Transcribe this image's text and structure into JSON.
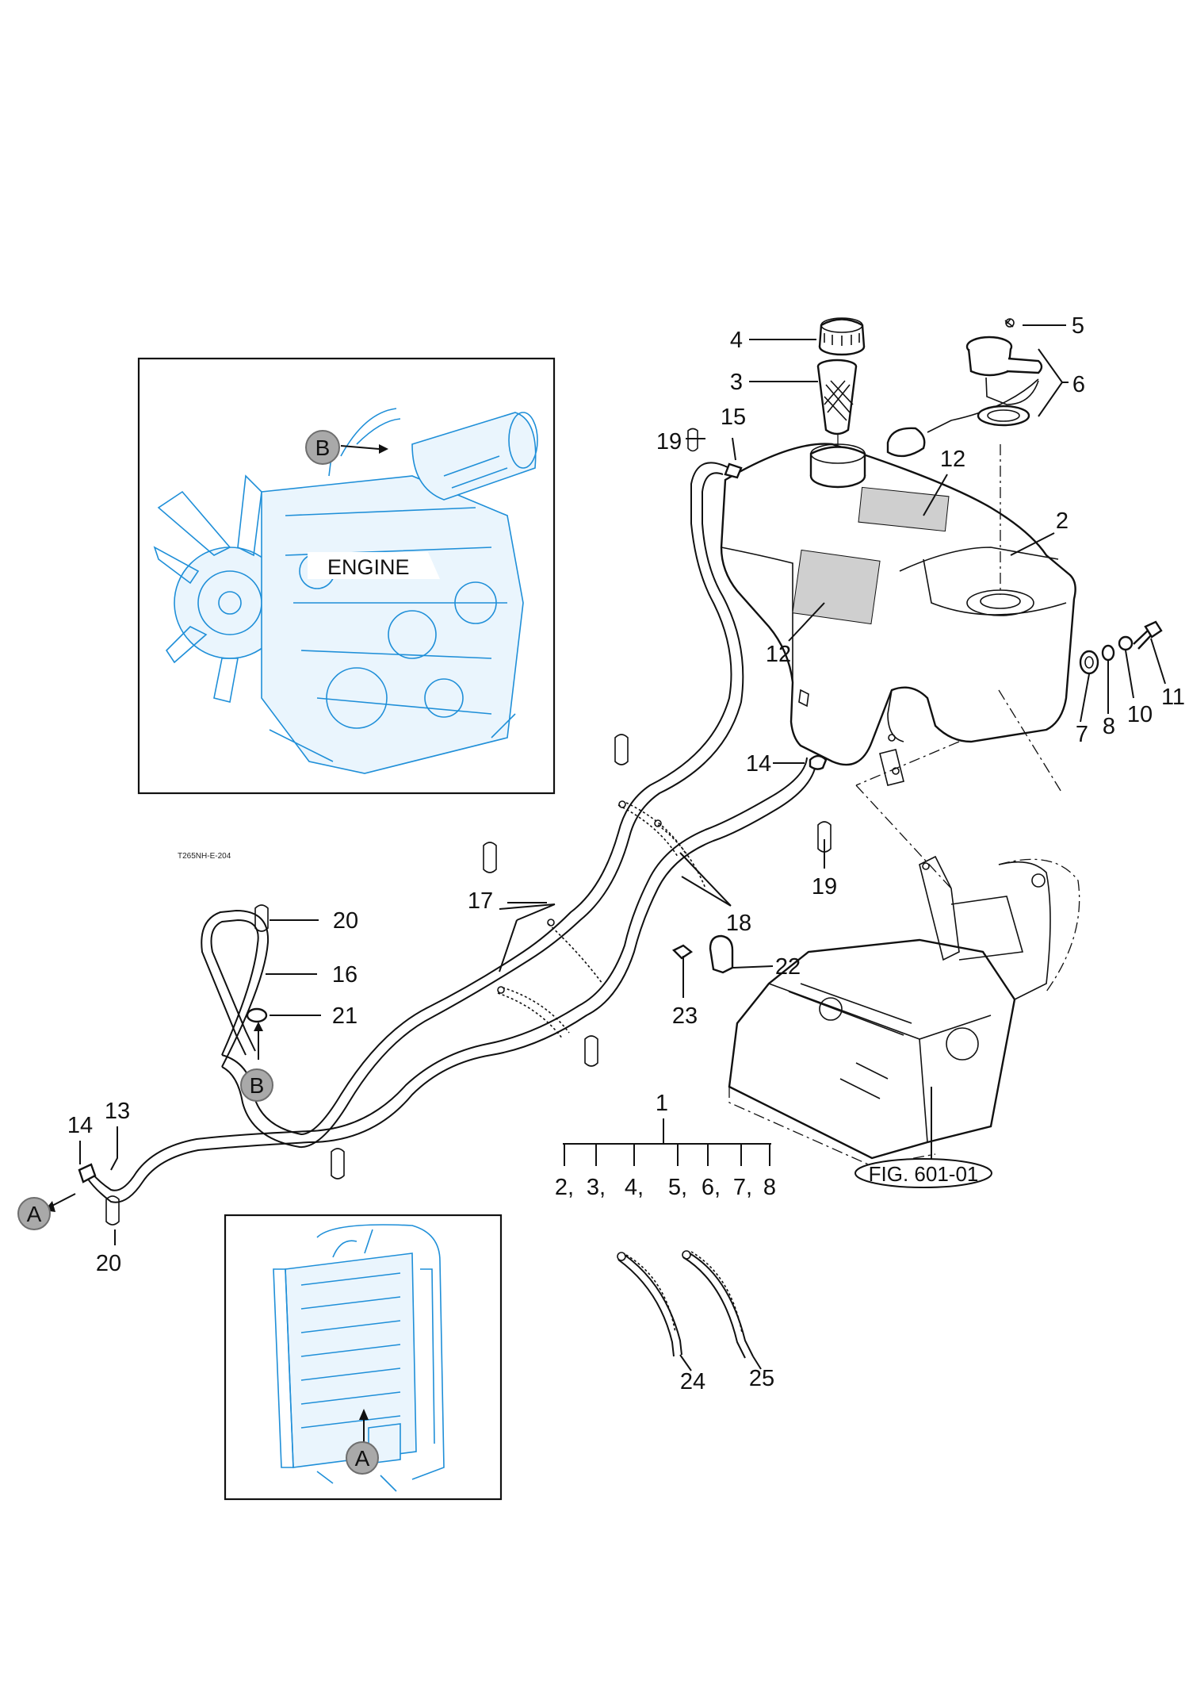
{
  "drawing_code": "T265NH-E-204",
  "engine_label": "ENGINE",
  "fig_reference": "FIG. 601-01",
  "callouts": {
    "a_letter": "A",
    "b_letter": "B"
  },
  "part_numbers": {
    "p1": "1",
    "p2": "2",
    "p3": "3",
    "p4": "4",
    "p5": "5",
    "p6": "6",
    "p7": "7",
    "p8": "8",
    "p10": "10",
    "p11": "11",
    "p12a": "12",
    "p12b": "12",
    "p13": "13",
    "p14a": "14",
    "p14b": "14",
    "p15": "15",
    "p16": "16",
    "p17": "17",
    "p18": "18",
    "p19a": "19",
    "p19b": "19",
    "p20a": "20",
    "p20b": "20",
    "p21": "21",
    "p22": "22",
    "p23": "23",
    "p24": "24",
    "p25": "25"
  },
  "kit_contents": [
    "2,",
    "3,",
    "4,",
    "5,",
    "6,",
    "7,",
    "8"
  ],
  "colors": {
    "line": "#111111",
    "inset_blue": "#1f8fd8",
    "callout_badge": "#a9a9a9"
  }
}
